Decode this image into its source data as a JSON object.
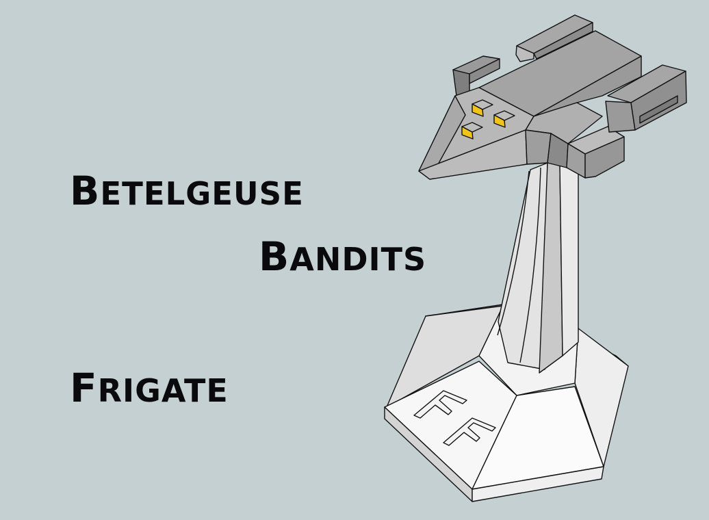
{
  "title": {
    "line1": {
      "cap": "B",
      "rest": "ETELGEUSE"
    },
    "line2": {
      "cap": "B",
      "rest": "ANDITS"
    },
    "line3": {
      "cap": "F",
      "rest": "RIGATE"
    }
  },
  "model": {
    "name": "frigate-miniature",
    "base_marking": "FF",
    "colors": {
      "background": "#c4d0d2",
      "hull_top": "#a4a4a4",
      "hull_side": "#8e8e8e",
      "hull_light": "#bdbdbd",
      "window_yellow": "#f0c419",
      "base_white": "#f4f4f4",
      "base_shade": "#dcdcdc",
      "text": "#0a0a0c"
    }
  }
}
